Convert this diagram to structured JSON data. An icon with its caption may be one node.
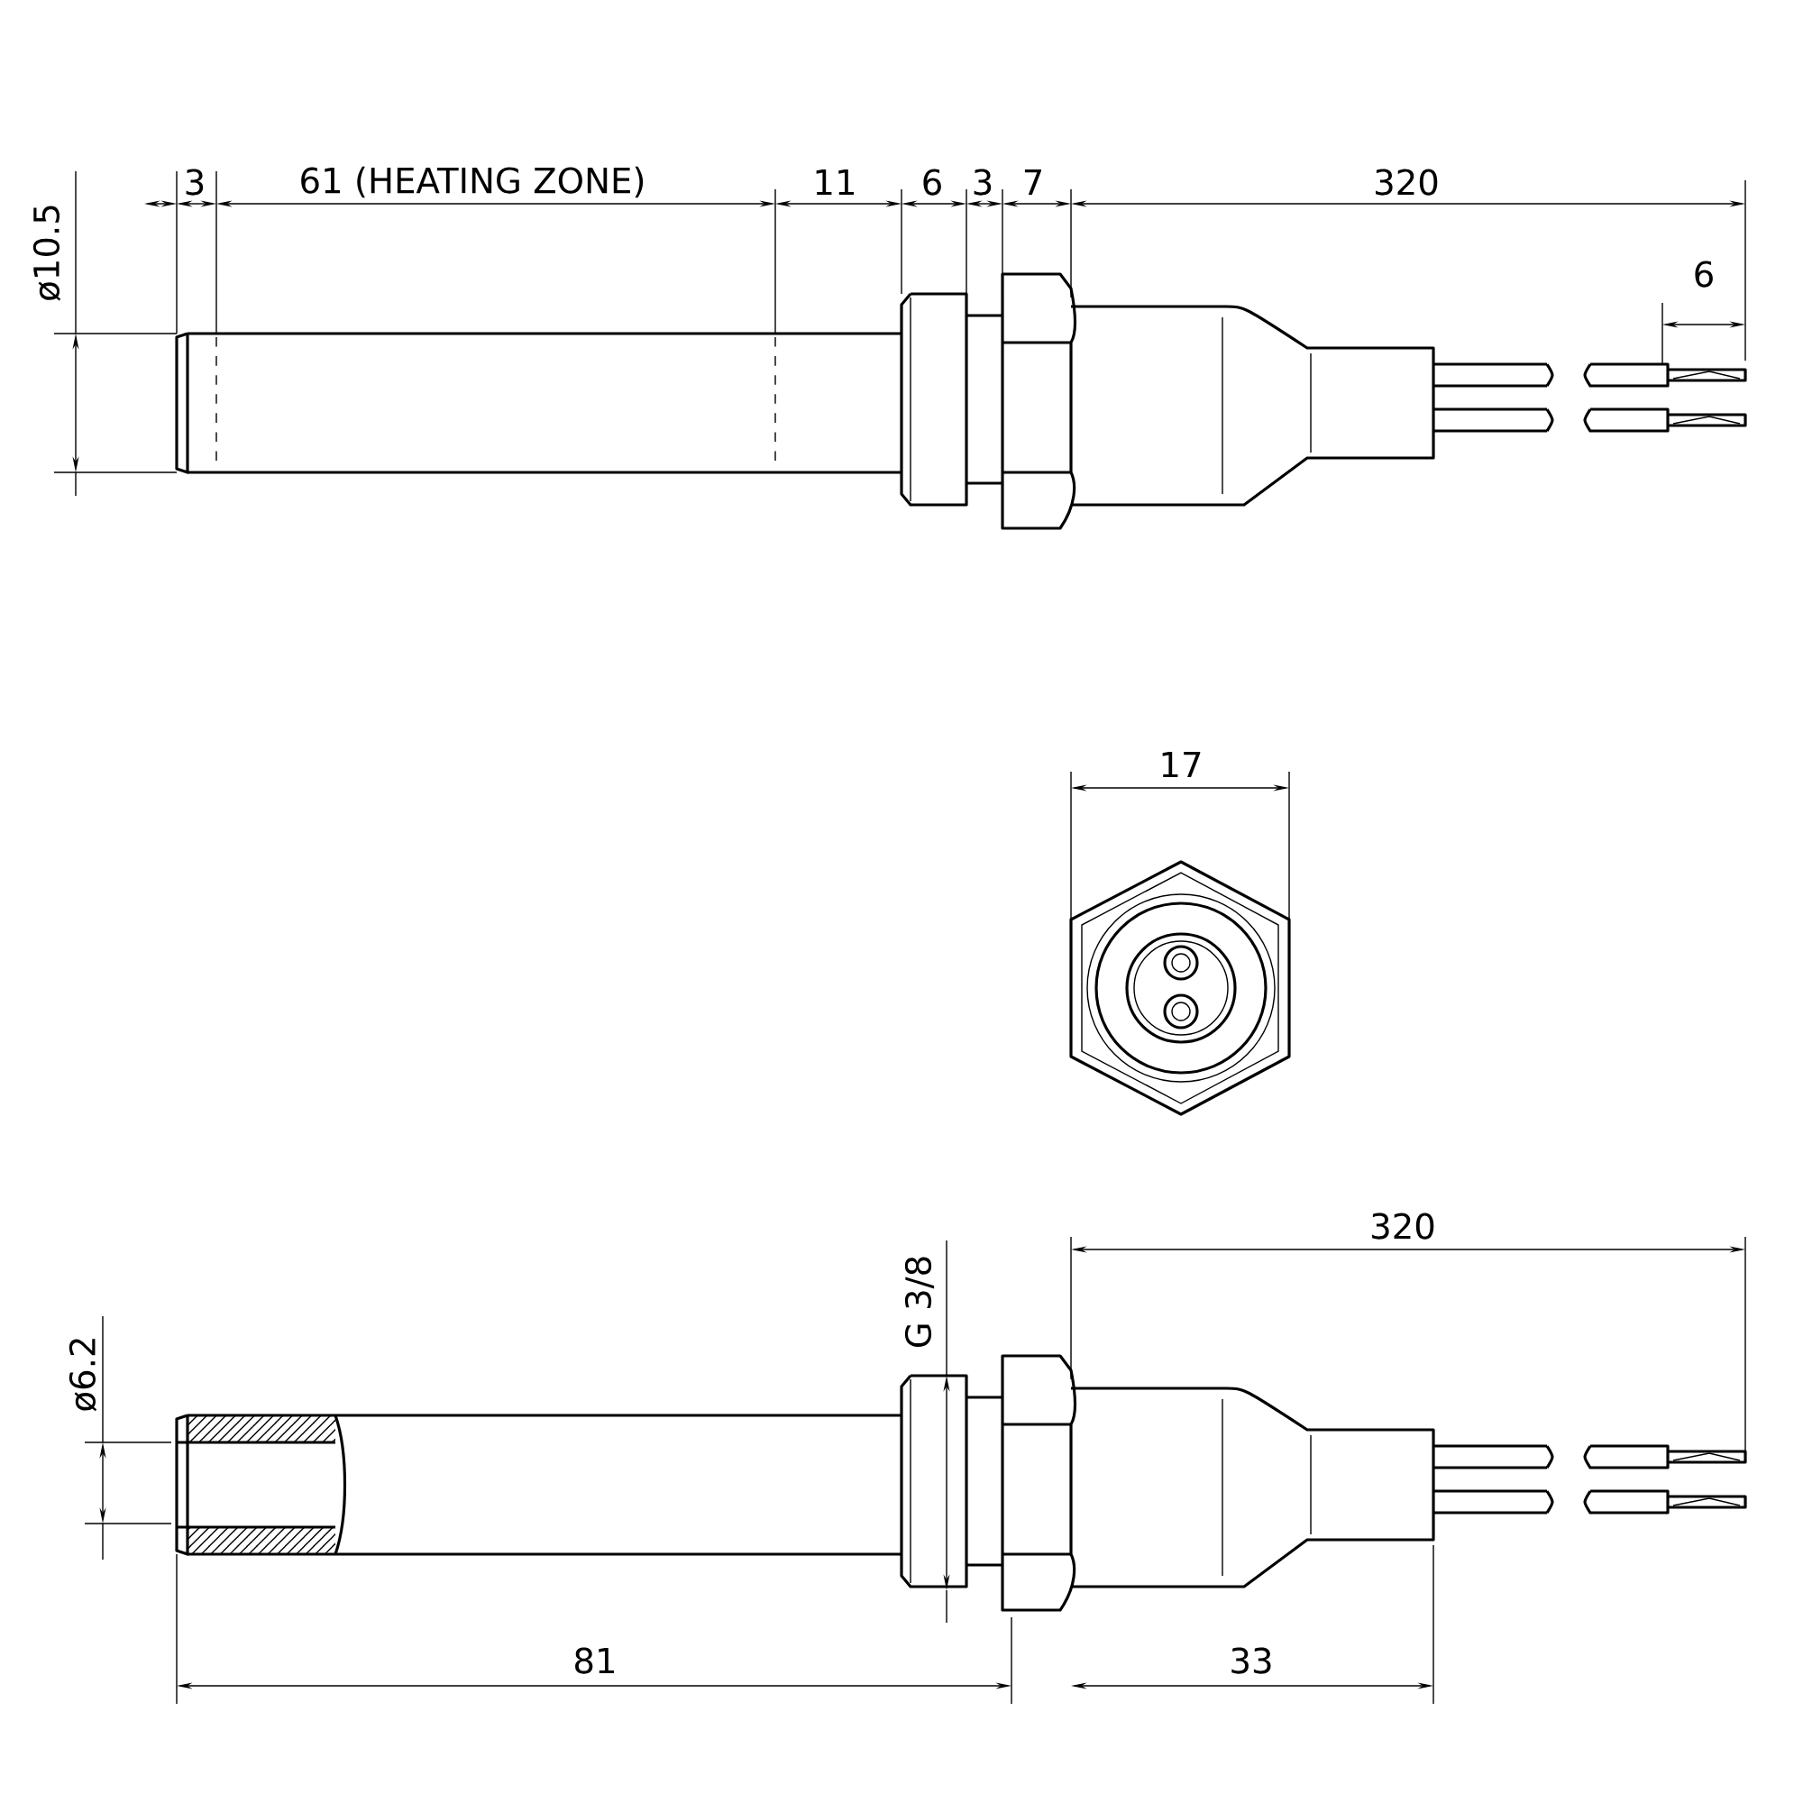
{
  "diagram": {
    "labels": [
      "ø10.5",
      "3",
      "61 (HEATING ZONE)",
      "11",
      "6",
      "3",
      "7",
      "320",
      "6",
      "17",
      "320",
      "G 3/8",
      "ø6.2",
      "81",
      "33"
    ]
  }
}
